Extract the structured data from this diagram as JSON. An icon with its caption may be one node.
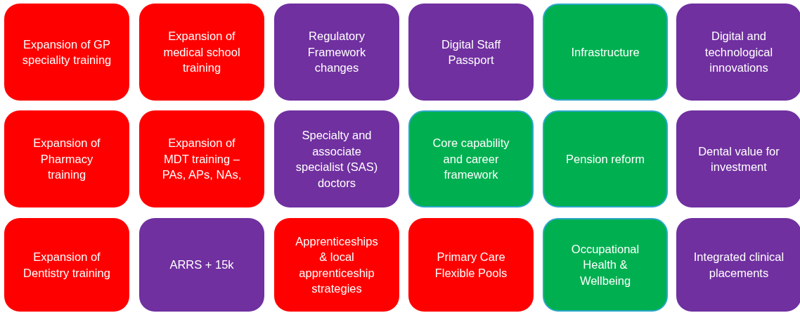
{
  "diagram": {
    "nodes": [
      {
        "text": [
          "Expansion of GP speciality training"
        ]
      },
      {
        "text": [
          "Expansion of medical school training"
        ]
      },
      {
        "text": [
          "Regulatory Framework changes"
        ]
      },
      {
        "text": [
          "Digital Staff Passport"
        ]
      },
      {
        "text": [
          "Infrastructure"
        ]
      },
      {
        "text": [
          "Digital and technological innovations"
        ]
      },
      {
        "text": [
          "Expansion of Pharmacy training"
        ]
      },
      {
        "text": [
          "Expansion of MDT training – PAs, APs, NAs,"
        ]
      },
      {
        "text": [
          "Specialty and associate specialist (SAS) doctors"
        ]
      },
      {
        "text": [
          "Core capability and career framework"
        ]
      },
      {
        "text": [
          "Pension reform"
        ]
      },
      {
        "text": [
          "Dental value for investment"
        ]
      },
      {
        "text": [
          "Expansion of Dentistry training"
        ]
      },
      {
        "text": [
          "ARRS + 15k"
        ]
      },
      {
        "text": [
          "Apprenticeships & local apprenticeship strategies"
        ]
      },
      {
        "text": [
          "Primary Care Flexible Pools"
        ]
      },
      {
        "text": [
          "Occupational Health & Wellbeing"
        ]
      },
      {
        "text": [
          "Integrated clinical placements"
        ]
      }
    ]
  }
}
